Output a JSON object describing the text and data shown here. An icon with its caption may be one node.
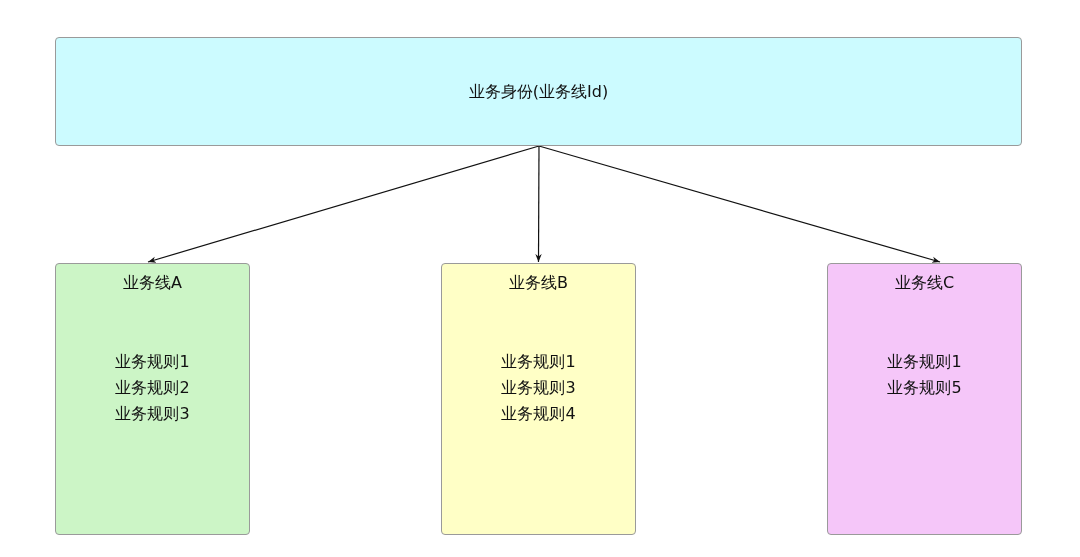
{
  "diagram": {
    "nodes": [
      {
        "text": [
          "业务身份(业务线Id)"
        ]
      },
      {
        "text": [
          "业务线A",
          "业务规则1",
          "业务规则2",
          "业务规则3"
        ]
      },
      {
        "text": [
          "业务线B",
          "业务规则1",
          "业务规则3",
          "业务规则4"
        ]
      },
      {
        "text": [
          "业务线C",
          "业务规则1",
          "业务规则5"
        ]
      }
    ],
    "edges": [
      {
        "from": 0,
        "to": 1,
        "arrow": "to"
      },
      {
        "from": 0,
        "to": 2,
        "arrow": "to"
      },
      {
        "from": 0,
        "to": 3,
        "arrow": "to"
      }
    ]
  }
}
